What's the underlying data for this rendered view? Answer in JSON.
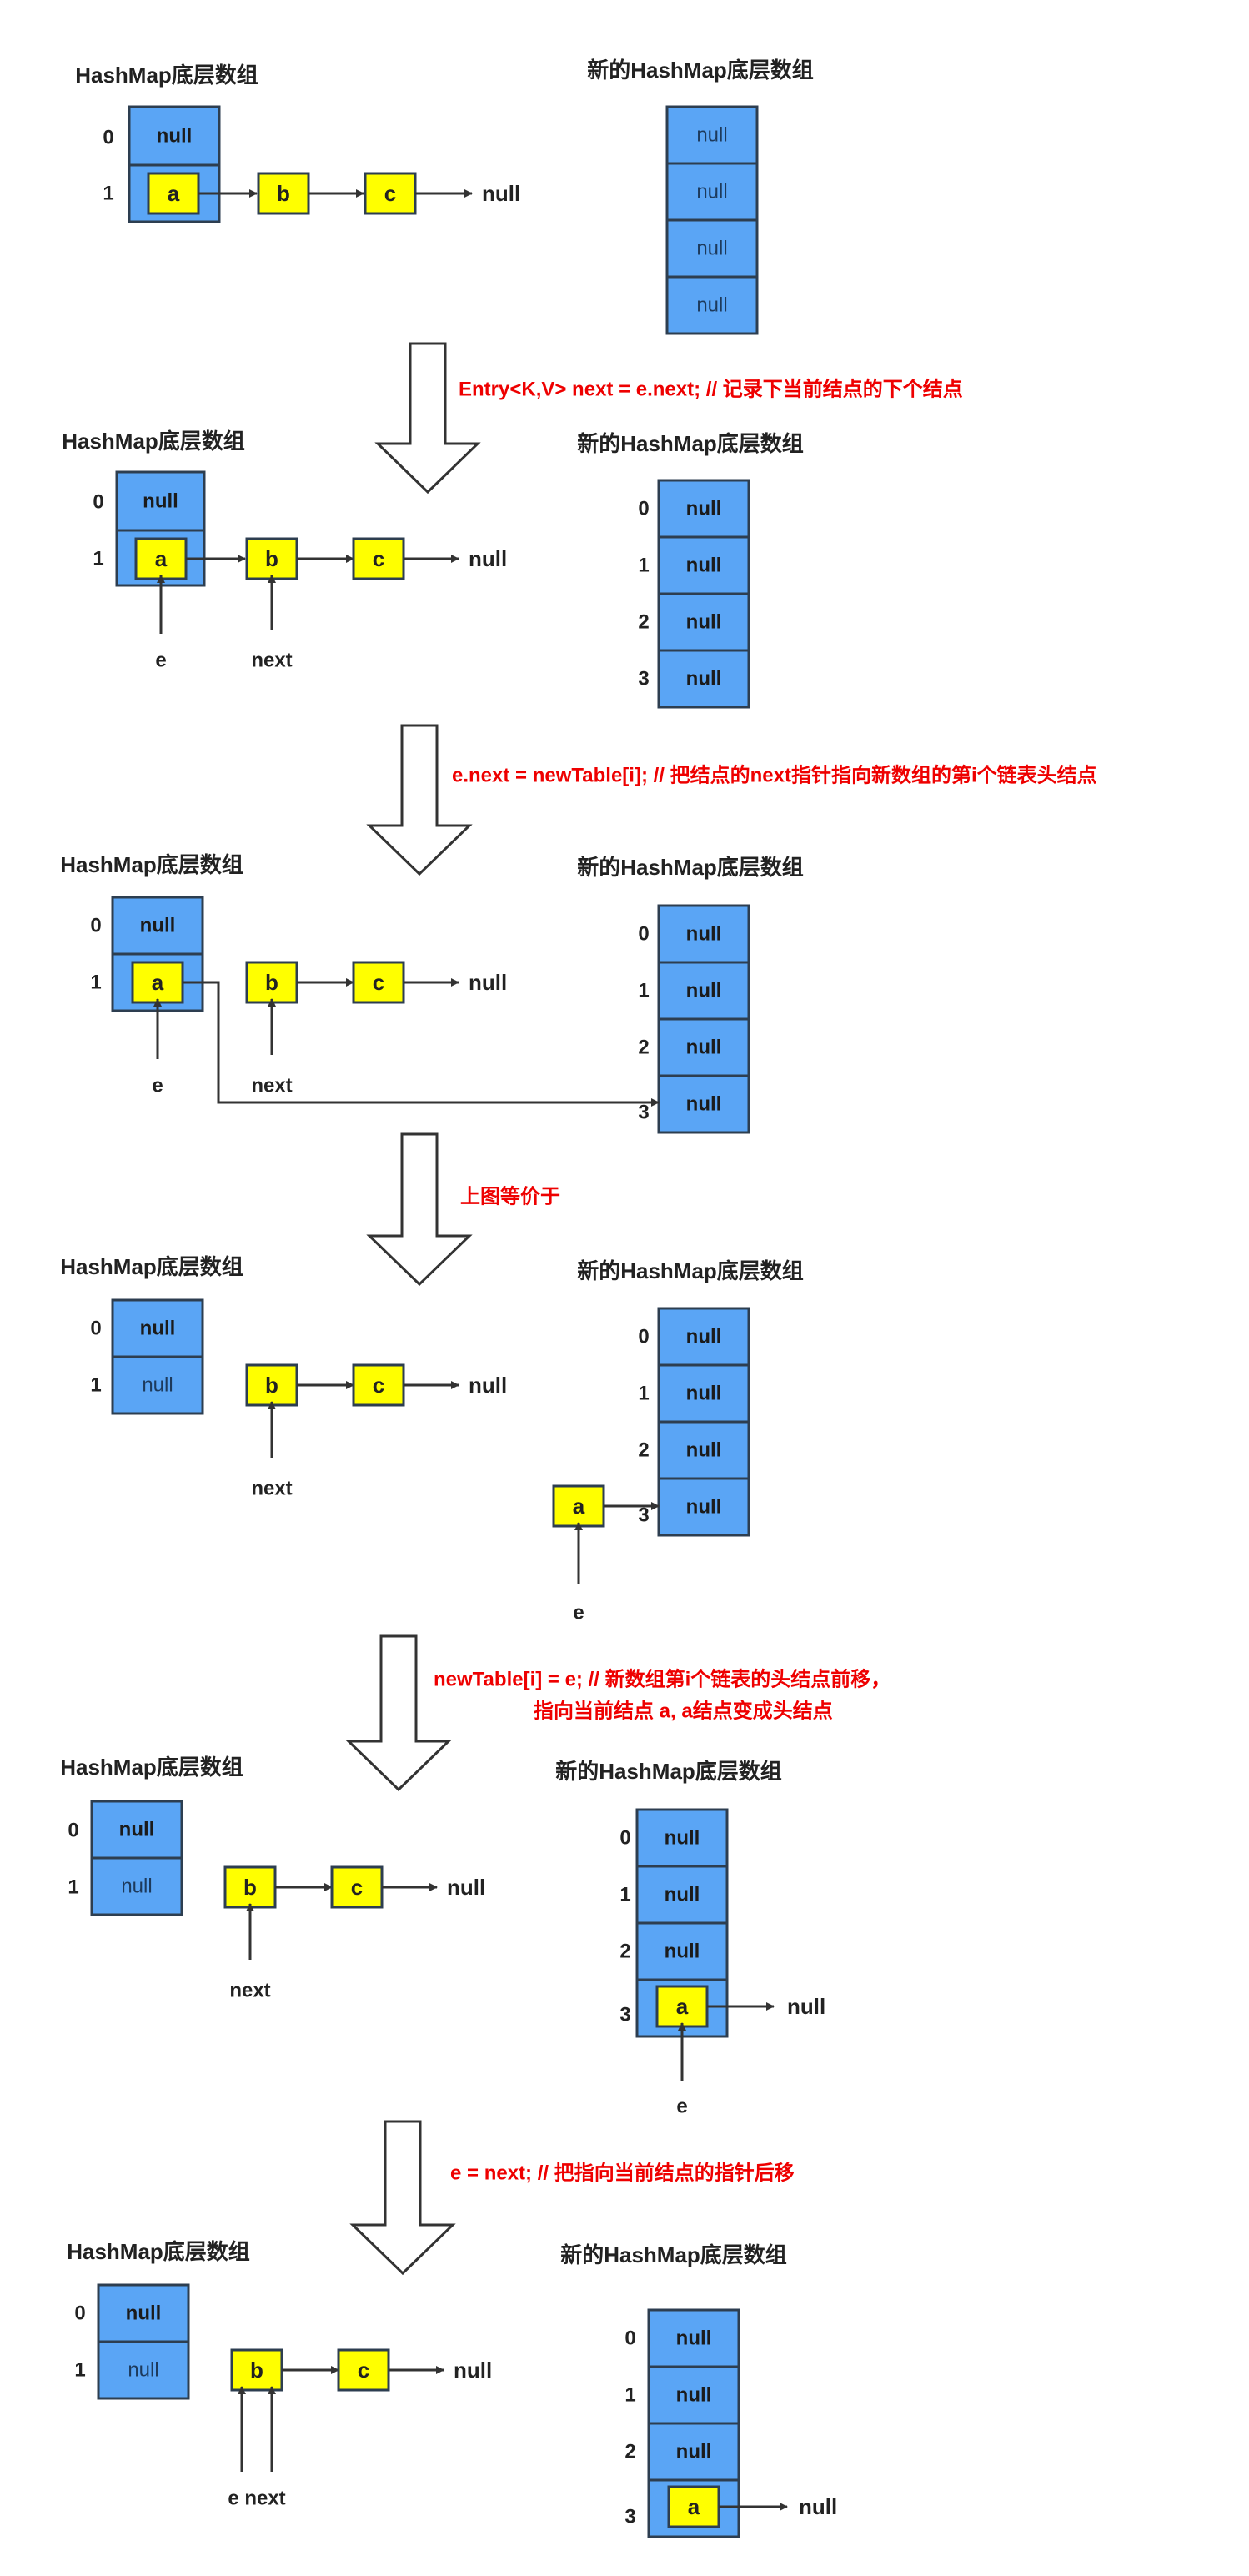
{
  "title_old": "HashMap底层数组",
  "title_new": "新的HashMap底层数组",
  "null_text": "null",
  "colors": {
    "cell": "#5aa5f5",
    "node": "#ffff00",
    "red": "#ee0000",
    "line": "#333333"
  },
  "index_labels": [
    "0",
    "1",
    "2",
    "3"
  ],
  "node_labels": {
    "a": "a",
    "b": "b",
    "c": "c"
  },
  "pointer_labels": {
    "e": "e",
    "next": "next",
    "e_next": "e next"
  },
  "captions": [
    {
      "lines": [
        "Entry<K,V> next = e.next;  // 记录下当前结点的下个结点"
      ]
    },
    {
      "lines": [
        "e.next = newTable[i];  // 把结点的next指针指向新数组的第i个链表头结点"
      ]
    },
    {
      "lines": [
        "上图等价于"
      ]
    },
    {
      "lines": [
        "newTable[i] = e;  // 新数组第i个链表的头结点前移，",
        "指向当前结点 a, a结点变成头结点"
      ]
    },
    {
      "lines": [
        "e = next; // 把指向当前结点的指针后移"
      ]
    }
  ]
}
